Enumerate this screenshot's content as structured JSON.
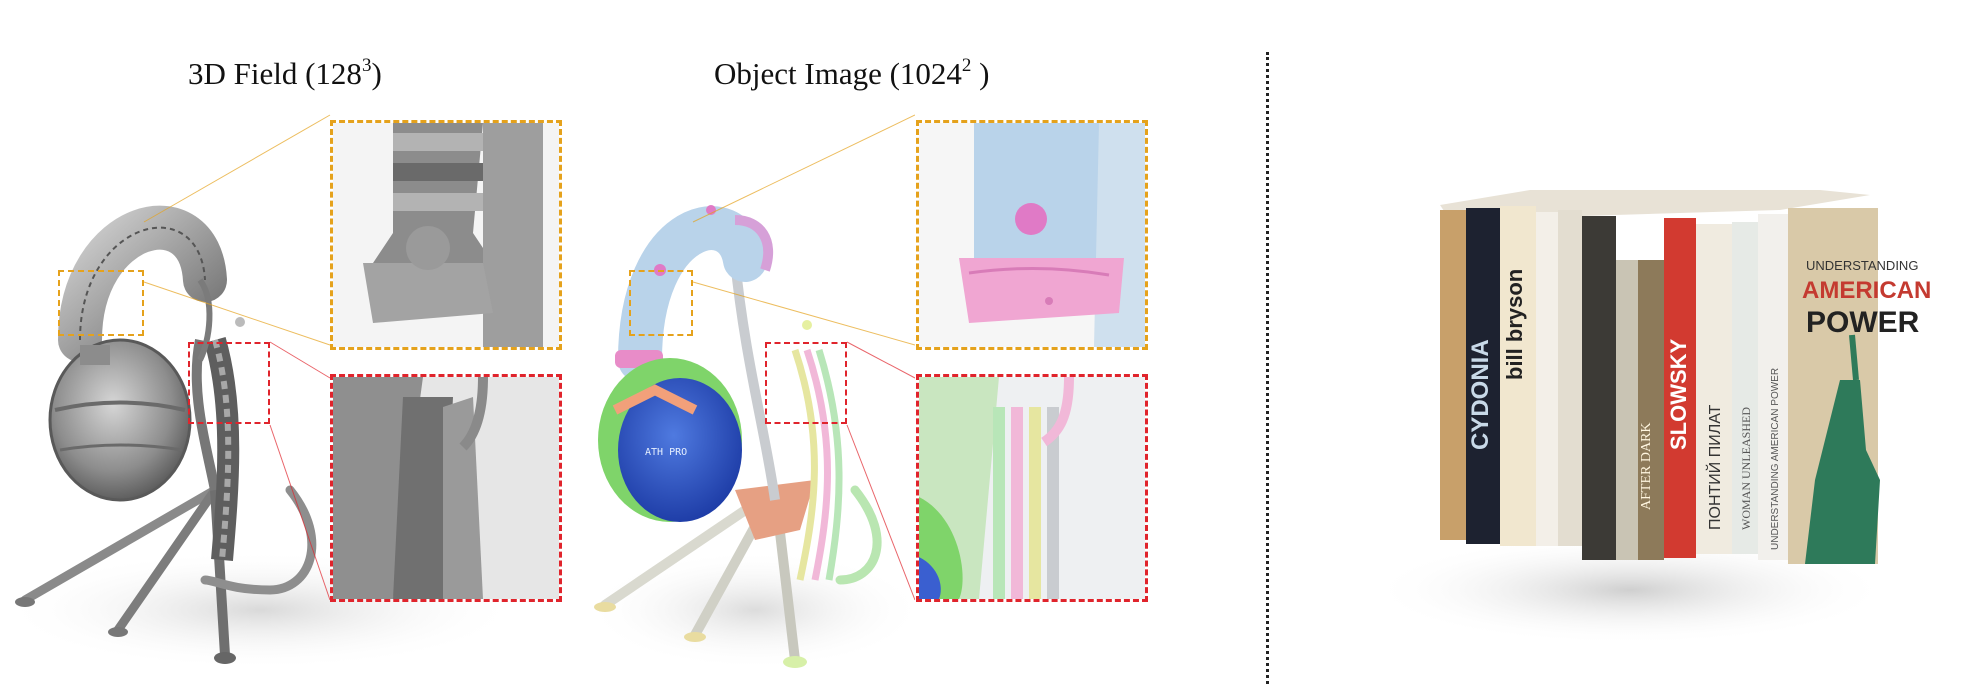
{
  "figure": {
    "left_caption": "3D Field (128",
    "left_caption_sup": "3",
    "left_caption_end": ")",
    "middle_caption": "Object Image (1024",
    "middle_caption_sup": "2",
    "middle_caption_end": " )",
    "book_spine_texts": [
      "CYDONIA",
      "bill bryson",
      "AFTER DARK",
      "SLOWSKY",
      "ПОНТИЙ ПИЛАТ",
      "WOMAN UNLEASHED",
      "UNDERSTANDING AMERICAN POWER"
    ],
    "book_cover_texts": [
      "UNDERSTANDING",
      "AMERICAN",
      "POWER"
    ]
  },
  "colors": {
    "orange_box": "#e5a21c",
    "red_box": "#e0242c",
    "mesh_gray": "#9a9a9a",
    "headband_blue": "#b9d3ea",
    "earcup_blue": "#2f54c9",
    "earcup_green": "#7fd46a",
    "pink_accent": "#e486c6"
  }
}
